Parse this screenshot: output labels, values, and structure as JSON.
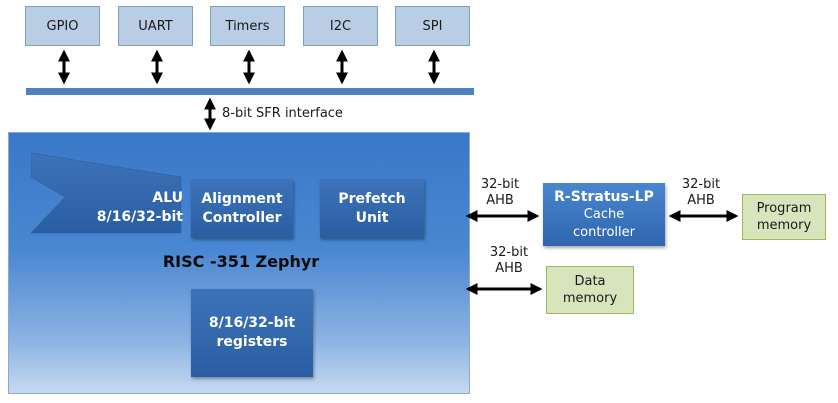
{
  "peripherals": [
    "GPIO",
    "UART",
    "Timers",
    "I2C",
    "SPI"
  ],
  "sfr_label": "8-bit SFR interface",
  "cpu": {
    "title": "RISC -351 Zephyr",
    "alu_line1": "ALU",
    "alu_line2": "8/16/32-bit",
    "alignment_line1": "Alignment",
    "alignment_line2": "Controller",
    "prefetch_line1": "Prefetch",
    "prefetch_line2": "Unit",
    "registers_line1": "8/16/32-bit",
    "registers_line2": "registers"
  },
  "cache": {
    "title": "R-Stratus-LP",
    "line2": "Cache",
    "line3": "controller"
  },
  "program_memory": {
    "line1": "Program",
    "line2": "memory"
  },
  "data_memory": {
    "line1": "Data",
    "line2": "memory"
  },
  "bus_labels": {
    "cpu_cache_1": "32-bit",
    "cpu_cache_2": "AHB",
    "cache_prog_1": "32-bit",
    "cache_prog_2": "AHB",
    "cpu_data_1": "32-bit",
    "cpu_data_2": "AHB"
  },
  "colors": {
    "bus": "#4f81bd",
    "peripheral_fill": "#b9cde5",
    "memory_fill": "#d8e4bc"
  }
}
